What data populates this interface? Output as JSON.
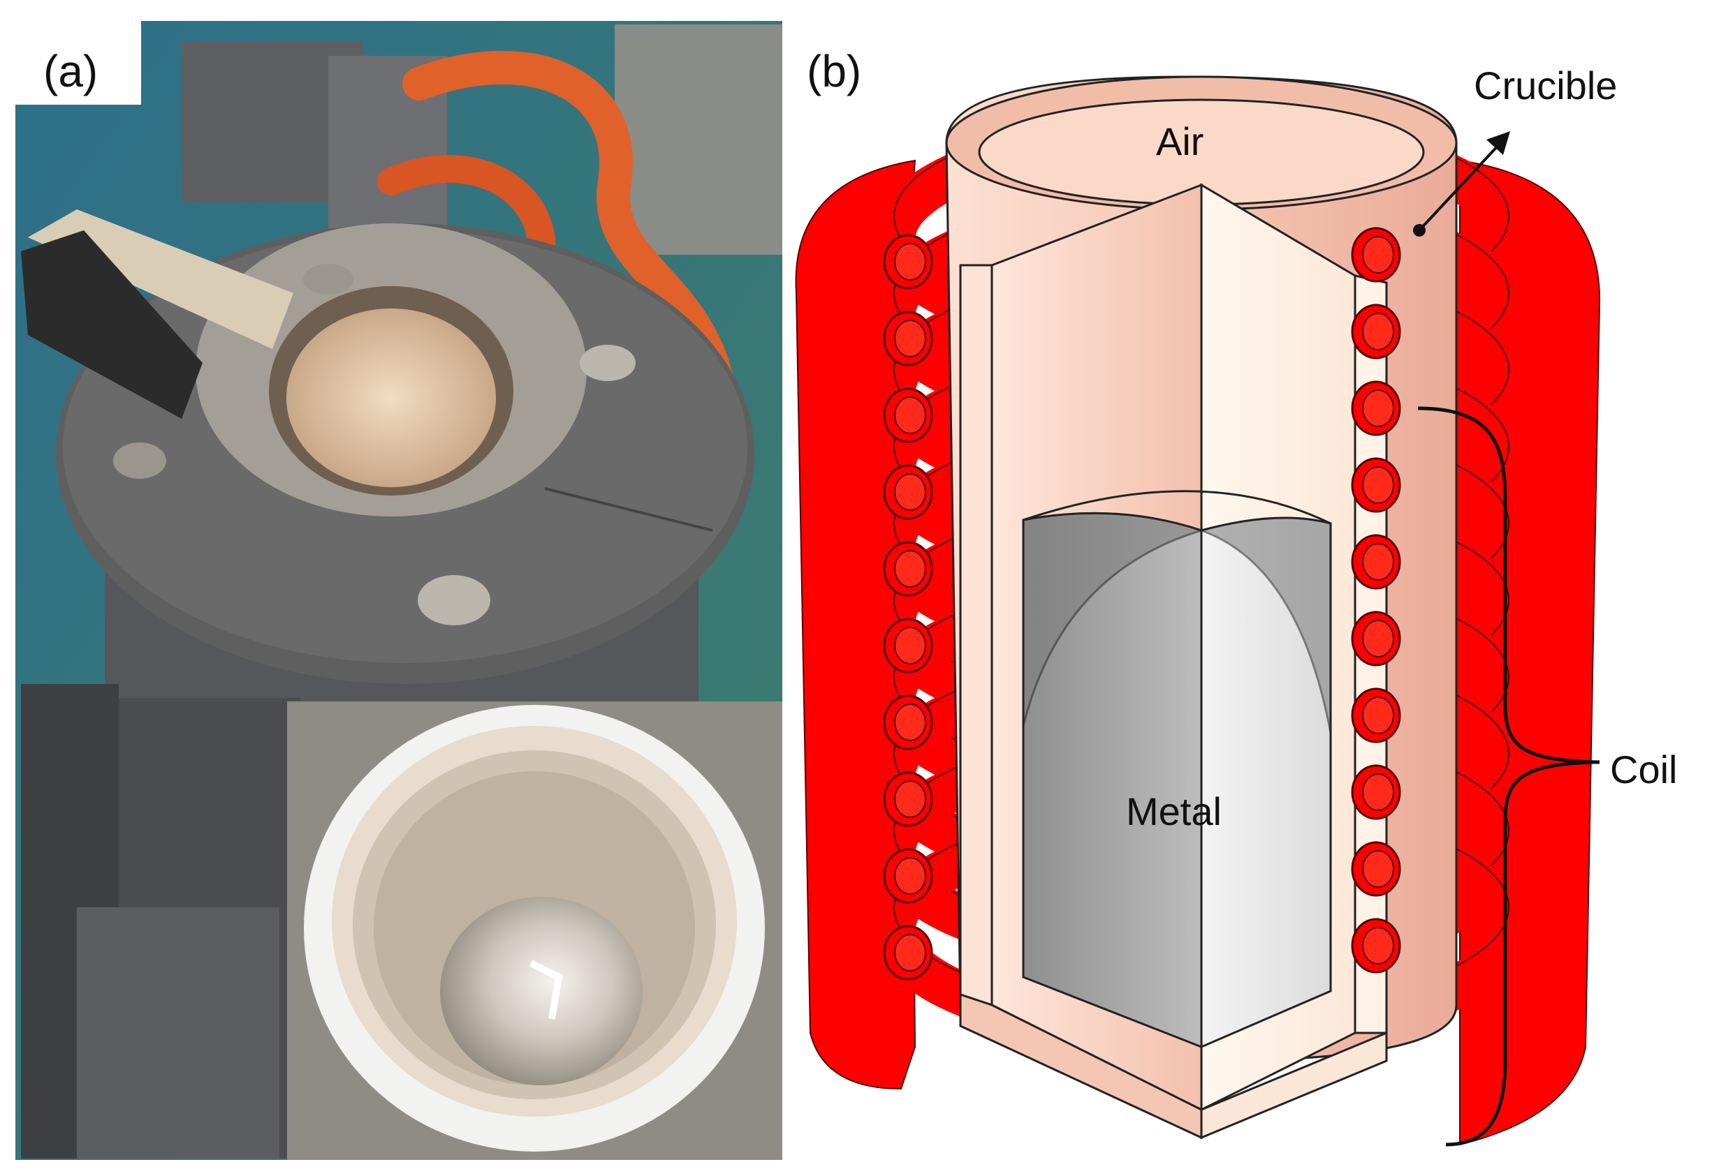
{
  "panel_a": {
    "label": "(a)",
    "description_marks": [
      "furnace-photo",
      "crucible-inset-photo"
    ]
  },
  "panel_b": {
    "label": "(b)",
    "labels": {
      "crucible": "Crucible",
      "air": "Air",
      "metal": "Metal",
      "coil": "Coil"
    },
    "colors": {
      "coil": "#ff0000",
      "coil_outline": "#550000",
      "crucible_wall": "#f4c2ae",
      "crucible_inner": "#f7cfc0",
      "metal_dark": "#a6a6a6",
      "metal_light": "#f0f0f0"
    },
    "coil_turns": 10
  }
}
